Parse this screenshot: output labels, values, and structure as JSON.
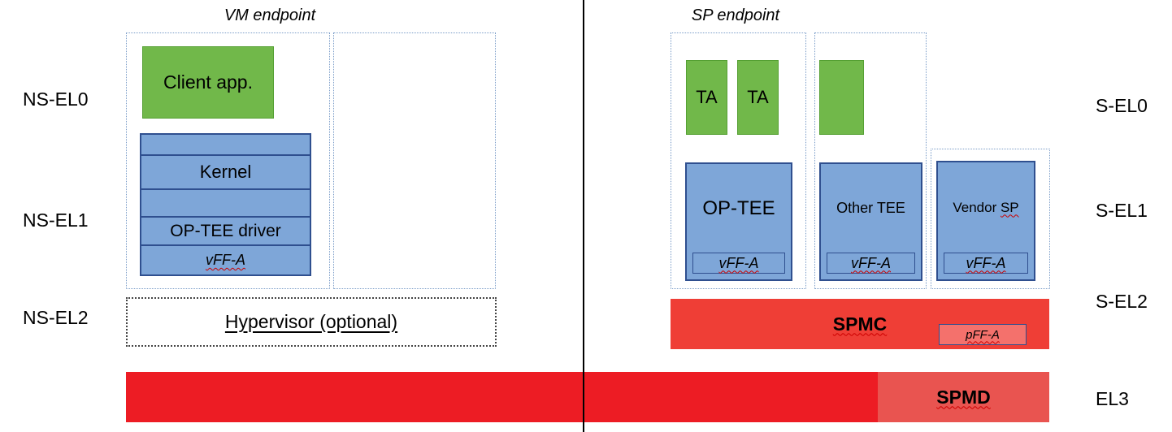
{
  "colors": {
    "green_fill": "#71b84a",
    "green_border": "#55a033",
    "blue_fill": "#7ea6d8",
    "blue_border": "#2f4f8f",
    "red_bar": "#ed1c24",
    "red_spmc": "#ef3e36",
    "red_spmd": "#e95450",
    "red_pffa": "#f4716c",
    "dot_blue": "#7a9cc8",
    "dot_dark": "#444444",
    "squiggle": "#cc0000"
  },
  "titles": {
    "vm_endpoint": "VM endpoint",
    "sp_endpoint": "SP endpoint"
  },
  "levels": {
    "ns_el0": "NS-EL0",
    "ns_el1": "NS-EL1",
    "ns_el2": "NS-EL2",
    "s_el0": "S-EL0",
    "s_el1": "S-EL1",
    "s_el2": "S-EL2",
    "el3": "EL3"
  },
  "vm": {
    "client_app": "Client app.",
    "kernel": "Kernel",
    "optee_driver": "OP-TEE driver",
    "vffa": "vFF-A",
    "hypervisor": "Hypervisor (optional)"
  },
  "sp": {
    "ta1": "TA",
    "ta2": "TA",
    "optee": "OP-TEE",
    "optee_vffa": "vFF-A",
    "other_tee": "Other TEE",
    "other_tee_vffa": "vFF-A",
    "vendor_prefix": "Vendor ",
    "vendor_sp": "SP",
    "vendor_vffa": "vFF-A"
  },
  "firmware": {
    "spmc": "SPMC",
    "pffa": "pFF-A",
    "spmd": "SPMD"
  }
}
